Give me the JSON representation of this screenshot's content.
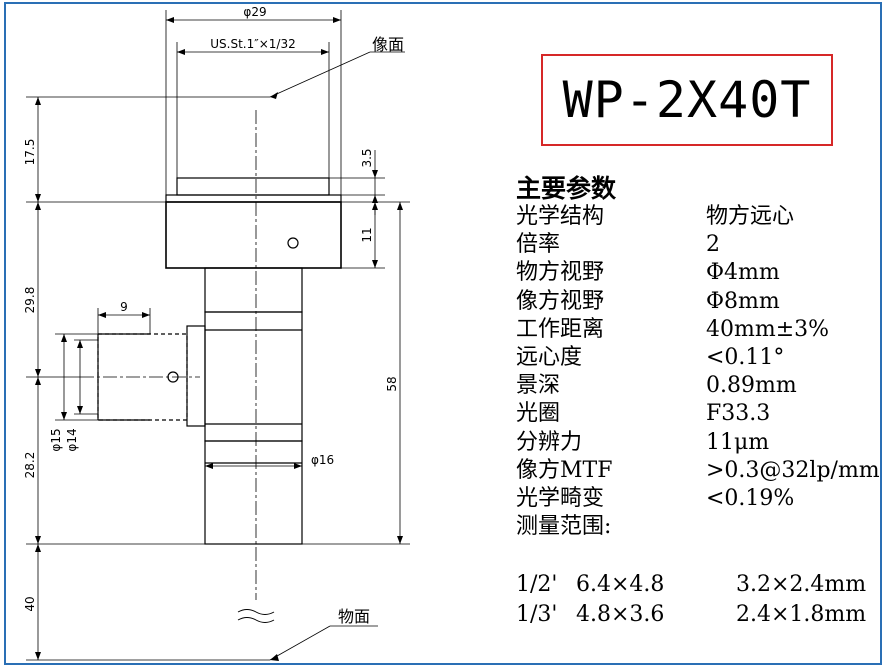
{
  "model": "WP-2X40T",
  "drawing": {
    "label_image_plane": "像面",
    "label_object_plane": "物面",
    "dim_top_diameter": "φ29",
    "dim_thread": "US.St.1″×1/32",
    "dim_17_5": "17.5",
    "dim_3_5": "3.5",
    "dim_11": "11",
    "dim_29_8": "29.8",
    "dim_58": "58",
    "dim_9": "9",
    "dim_phi15": "φ15",
    "dim_phi14": "φ14",
    "dim_phi16": "φ16",
    "dim_28_2": "28.2",
    "dim_40": "40",
    "break_mark": "≈"
  },
  "params": {
    "heading": "主要参数",
    "rows": [
      {
        "label": "光学结构",
        "value": "物方远心"
      },
      {
        "label": "倍率",
        "value": "2"
      },
      {
        "label": "物方视野",
        "value": "Φ4mm"
      },
      {
        "label": "像方视野",
        "value": "Φ8mm"
      },
      {
        "label": "工作距离",
        "value": "40mm±3%"
      },
      {
        "label": "远心度",
        "value": "<0.11°"
      },
      {
        "label": "景深",
        "value": "0.89mm"
      },
      {
        "label": "光圈",
        "value": "F33.3"
      },
      {
        "label": "分辨力",
        "value": "11μm"
      },
      {
        "label": "像方MTF",
        "value": ">0.3@32lp/mm"
      },
      {
        "label": "光学畸变",
        "value": "<0.19%"
      }
    ],
    "range_title": "测量范围:",
    "ranges": [
      {
        "sensor": "1/2'",
        "image": "6.4×4.8",
        "object": "3.2×2.4mm"
      },
      {
        "sensor": "1/3'",
        "image": "4.8×3.6",
        "object": "2.4×1.8mm"
      }
    ]
  }
}
